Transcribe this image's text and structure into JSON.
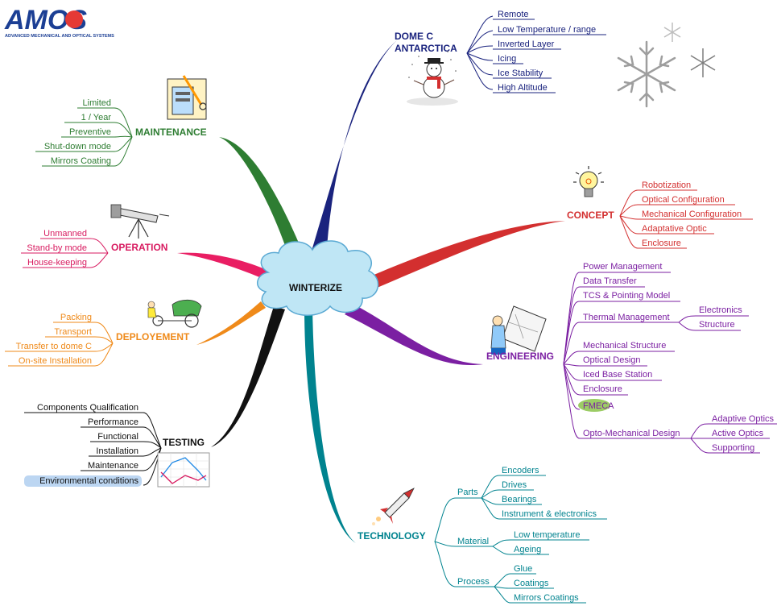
{
  "logo": {
    "text": "AMOS",
    "tagline": "ADVANCED MECHANICAL AND OPTICAL SYSTEMS"
  },
  "center": {
    "label": "WINTERIZE"
  },
  "colors": {
    "dome": "#1a237e",
    "concept": "#d32f2f",
    "engineering": "#7b1fa2",
    "technology": "#00838f",
    "testing": "#111111",
    "deployment": "#ef8a1a",
    "operation": "#d81b60",
    "maintenance": "#2e7d32",
    "logo_blue": "#1c3f94",
    "logo_red": "#e53935"
  },
  "icons": [
    "snowman-icon",
    "snowflake-icon",
    "lightbulb-icon",
    "engineer-drafting-icon",
    "rocket-icon",
    "line-chart-icon",
    "rickshaw-icon",
    "telescope-icon",
    "toolbox-icon"
  ],
  "branches": {
    "dome": {
      "label_line1": "DOME C",
      "label_line2": "ANTARCTICA",
      "items": [
        "Remote",
        "Low Temperature / range",
        "Inverted Layer",
        "Icing",
        "Ice Stability",
        "High Altitude"
      ]
    },
    "concept": {
      "label": "CONCEPT",
      "items": [
        "Robotization",
        "Optical Configuration",
        "Mechanical Configuration",
        "Adaptative Optic",
        "Enclosure"
      ]
    },
    "engineering": {
      "label": "ENGINEERING",
      "items": [
        "Power Management",
        "Data Transfer",
        "TCS & Pointing Model",
        "Thermal Management",
        "Mechanical Structure",
        "Optical Design",
        "Iced Base Station",
        "Enclosure",
        "FMECA",
        "Opto-Mechanical Design"
      ],
      "thermal_sub": [
        "Electronics",
        "Structure"
      ],
      "opto_sub": [
        "Adaptive Optics",
        "Active Optics",
        "Supporting"
      ]
    },
    "technology": {
      "label": "TECHNOLOGY",
      "parts": {
        "label": "Parts",
        "items": [
          "Encoders",
          "Drives",
          "Bearings",
          "Instrument & electronics"
        ]
      },
      "material": {
        "label": "Material",
        "items": [
          "Low temperature",
          "Ageing"
        ]
      },
      "process": {
        "label": "Process",
        "items": [
          "Glue",
          "Coatings",
          "Mirrors Coatings"
        ]
      }
    },
    "testing": {
      "label": "TESTING",
      "items": [
        "Components Qualification",
        "Performance",
        "Functional",
        "Installation",
        "Maintenance",
        "Environmental conditions"
      ]
    },
    "deployment": {
      "label": "DEPLOYEMENT",
      "items": [
        "Packing",
        "Transport",
        "Transfer to dome C",
        "On-site Installation"
      ]
    },
    "operation": {
      "label": "OPERATION",
      "items": [
        "Unmanned",
        "Stand-by mode",
        "House-keeping"
      ]
    },
    "maintenance": {
      "label": "MAINTENANCE",
      "items": [
        "Limited",
        "1 / Year",
        "Preventive",
        "Shut-down mode",
        "Mirrors Coating"
      ]
    }
  }
}
